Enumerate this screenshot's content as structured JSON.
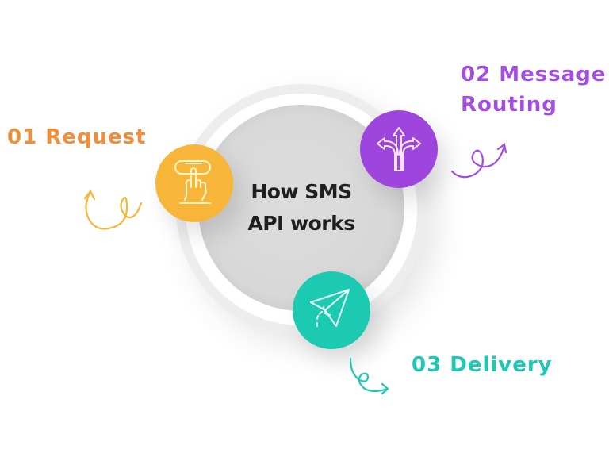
{
  "diagram": {
    "title_line1": "How SMS",
    "title_line2": "API works",
    "hub_color": "#d9d9d9",
    "ring_color": "#ededed",
    "steps": [
      {
        "number": "01",
        "name": "Request",
        "label": "01 Request",
        "color": "#f7b53a",
        "text_color": "#ef8f3a",
        "icon": "hand-pressing-button-icon"
      },
      {
        "number": "02",
        "name": "Message Routing",
        "label_line1": "02 Message",
        "label_line2": "Routing",
        "color": "#9d45dc",
        "text_color": "#a24ee0",
        "icon": "split-arrows-icon"
      },
      {
        "number": "03",
        "name": "Delivery",
        "label": "03 Delivery",
        "color": "#1bcab0",
        "text_color": "#1ec9b4",
        "icon": "paper-plane-icon"
      }
    ]
  }
}
